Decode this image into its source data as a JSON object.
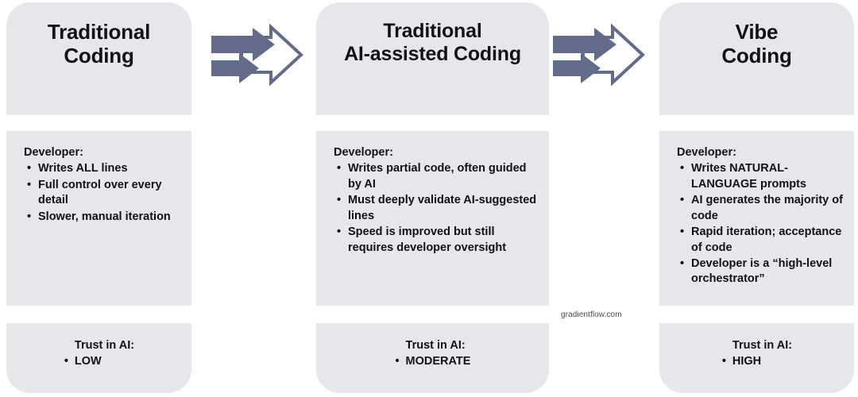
{
  "theme": {
    "card_background": "#e6e7eb",
    "text_color": "#111217",
    "arrow_fill": "#626b8a",
    "page_background": "#ffffff"
  },
  "watermark": "gradientflow.com",
  "arrows": [
    {
      "name": "arrow-traditional-to-ai-assisted"
    },
    {
      "name": "arrow-ai-assisted-to-vibe"
    }
  ],
  "columns": [
    {
      "id": "traditional-coding",
      "title": "Traditional\nCoding",
      "title_lines": [
        "Traditional",
        "Coding"
      ],
      "body_lead": "Developer:",
      "bullets": [
        "Writes ALL lines",
        "Full control over every detail",
        "Slower, manual iteration"
      ],
      "trust_lead": "Trust in AI:",
      "trust_values": [
        "LOW"
      ]
    },
    {
      "id": "traditional-ai-assisted-coding",
      "title": "Traditional\nAI-assisted Coding",
      "title_lines": [
        "Traditional",
        "AI-assisted Coding"
      ],
      "body_lead": "Developer:",
      "bullets": [
        "Writes partial code, often guided by AI",
        "Must deeply validate AI-suggested lines",
        "Speed is improved but still requires developer oversight"
      ],
      "trust_lead": "Trust in AI:",
      "trust_values": [
        "MODERATE"
      ]
    },
    {
      "id": "vibe-coding",
      "title": "Vibe\nCoding",
      "title_lines": [
        "Vibe",
        "Coding"
      ],
      "body_lead": "Developer:",
      "bullets": [
        "Writes NATURAL-LANGUAGE prompts",
        "AI generates the majority of code",
        "Rapid iteration; acceptance of code",
        "Developer is a “high-level orchestrator”"
      ],
      "trust_lead": "Trust in AI:",
      "trust_values": [
        "HIGH"
      ]
    }
  ]
}
